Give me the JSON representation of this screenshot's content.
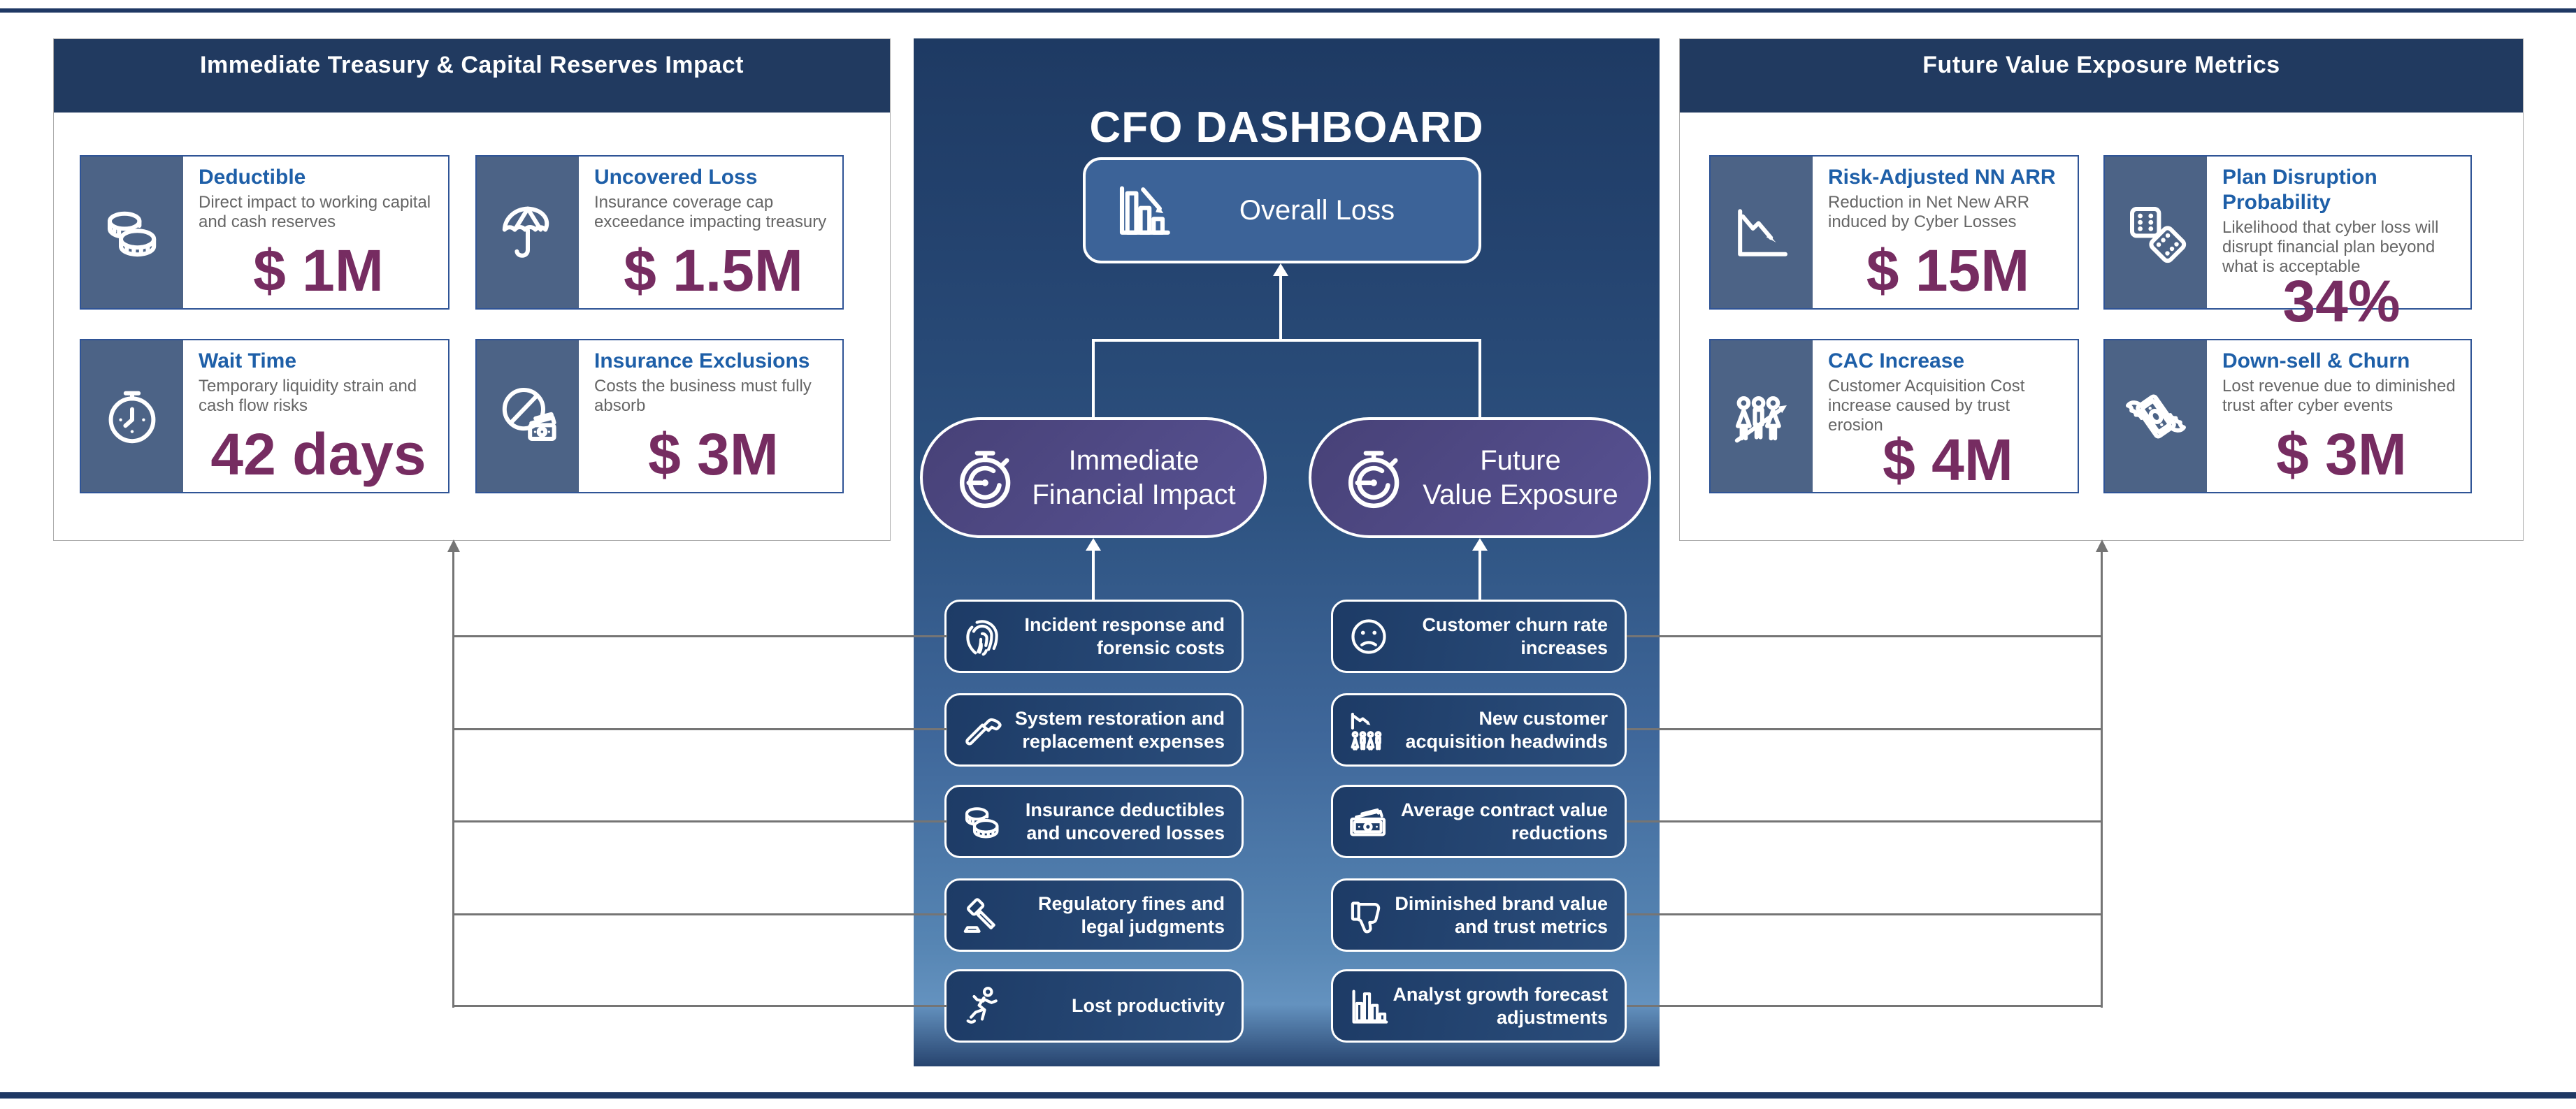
{
  "center": {
    "title": "CFO DASHBOARD",
    "overall_loss": {
      "label": "Overall Loss",
      "icon": "declining-bars-icon"
    },
    "pills": [
      {
        "line1": "Immediate",
        "line2": "Financial Impact",
        "icon": "stopwatch-icon"
      },
      {
        "line1": "Future",
        "line2": "Value Exposure",
        "icon": "stopwatch-icon"
      }
    ],
    "immediate_items": [
      {
        "label": "Incident response and forensic costs",
        "icon": "fingerprint-icon"
      },
      {
        "label": "System restoration and replacement expenses",
        "icon": "hammer-icon"
      },
      {
        "label": "Insurance deductibles and uncovered losses",
        "icon": "coins-icon"
      },
      {
        "label": "Regulatory fines and legal judgments",
        "icon": "gavel-icon"
      },
      {
        "label": "Lost productivity",
        "icon": "runner-icon"
      }
    ],
    "future_items": [
      {
        "label": "Customer churn rate increases",
        "icon": "sad-face-icon"
      },
      {
        "label": "New customer acquisition headwinds",
        "icon": "acquisition-decline-icon"
      },
      {
        "label": "Average contract value reductions",
        "icon": "banknote-icon"
      },
      {
        "label": "Diminished brand value and trust metrics",
        "icon": "thumbs-down-icon"
      },
      {
        "label": "Analyst growth forecast adjustments",
        "icon": "bar-chart-icon"
      }
    ]
  },
  "left_panel": {
    "header": "Immediate Treasury & Capital Reserves Impact",
    "cards": [
      {
        "icon": "coins-icon",
        "title": "Deductible",
        "desc": "Direct impact to working capital and cash reserves",
        "value": "$ 1M"
      },
      {
        "icon": "umbrella-icon",
        "title": "Uncovered Loss",
        "desc": "Insurance coverage cap exceedance impacting treasury",
        "value": "$ 1.5M"
      },
      {
        "icon": "clock-icon",
        "title": "Wait Time",
        "desc": "Temporary liquidity strain and cash flow risks",
        "value": "42 days"
      },
      {
        "icon": "no-money-icon",
        "title": "Insurance Exclusions",
        "desc": "Costs the business must fully absorb",
        "value": "$ 3M"
      }
    ]
  },
  "right_panel": {
    "header": "Future Value Exposure Metrics",
    "cards": [
      {
        "icon": "chart-decline-icon",
        "title": "Risk-Adjusted NN ARR",
        "desc": "Reduction in Net New ARR induced by Cyber Losses",
        "value": "$ 15M"
      },
      {
        "icon": "dice-icon",
        "title": "Plan Disruption Probability",
        "desc": "Likelihood that cyber loss will disrupt financial plan beyond what is acceptable",
        "value": "34%"
      },
      {
        "icon": "people-growth-icon",
        "title": "CAC Increase",
        "desc": "Customer Acquisition Cost increase caused by trust erosion",
        "value": "$ 4M"
      },
      {
        "icon": "flying-money-icon",
        "title": "Down-sell & Churn",
        "desc": "Lost revenue due to diminished trust after cyber events",
        "value": "$ 3M"
      }
    ]
  },
  "colors": {
    "frame_rule": "#1f3864",
    "header_band": "#213a60",
    "card_border": "#2f5496",
    "icon_panel": "#4c6386",
    "title_blue": "#1e5fa8",
    "desc_gray": "#666666",
    "value_purple": "#762c61",
    "connector_gray": "#757575",
    "overall_box_blue": "#3c6398",
    "pill_purple": "#4d4887",
    "list_box_navy": "#1d3b66",
    "center_bg_light": "#6492bf"
  }
}
